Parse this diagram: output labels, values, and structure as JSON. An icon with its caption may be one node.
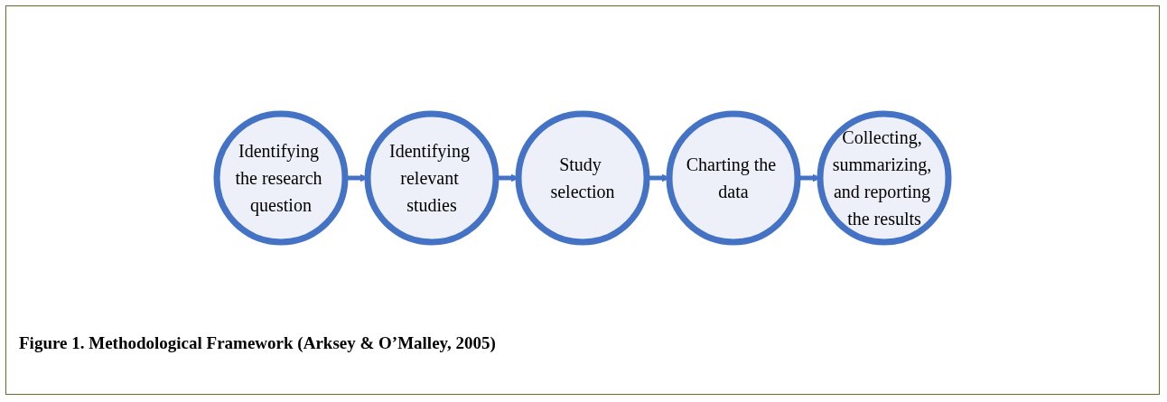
{
  "diagram": {
    "caption": "Figure 1. Methodological Framework (Arksey & O’Malley, 2005)",
    "nodes": [
      {
        "text": [
          "Identifying the research question"
        ]
      },
      {
        "text": [
          "Identifying relevant studies"
        ]
      },
      {
        "text": [
          "Study selection"
        ]
      },
      {
        "text": [
          "Charting the data"
        ]
      },
      {
        "text": [
          "Collecting, summarizing, and reporting the results"
        ]
      }
    ],
    "edges": [
      {
        "from": 0,
        "to": 1,
        "arrow": "to"
      },
      {
        "from": 1,
        "to": 2,
        "arrow": "to"
      },
      {
        "from": 2,
        "to": 3,
        "arrow": "to"
      },
      {
        "from": 3,
        "to": 4,
        "arrow": "to"
      }
    ]
  }
}
